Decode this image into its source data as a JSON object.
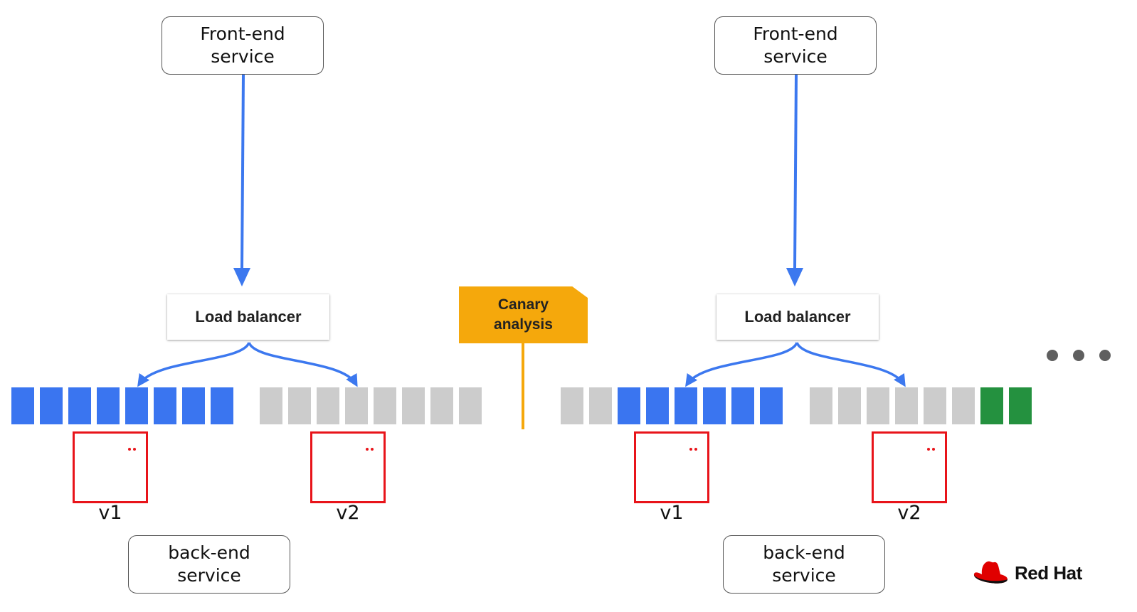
{
  "left_panel": {
    "frontend": {
      "line1": "Front-end",
      "line2": "service"
    },
    "load_balancer": "Load balancer",
    "pod_v1": "v1",
    "pod_v2": "v2",
    "backend": {
      "line1": "back-end",
      "line2": "service"
    },
    "v1_blocks": [
      "blue",
      "blue",
      "blue",
      "blue",
      "blue",
      "blue",
      "blue",
      "blue"
    ],
    "v2_blocks": [
      "gray",
      "gray",
      "gray",
      "gray",
      "gray",
      "gray",
      "gray",
      "gray"
    ]
  },
  "canary": {
    "line1": "Canary",
    "line2": "analysis"
  },
  "right_panel": {
    "frontend": {
      "line1": "Front-end",
      "line2": "service"
    },
    "load_balancer": "Load balancer",
    "pod_v1": "v1",
    "pod_v2": "v2",
    "backend": {
      "line1": "back-end",
      "line2": "service"
    },
    "v1_blocks": [
      "gray",
      "gray",
      "blue",
      "blue",
      "blue",
      "blue",
      "blue",
      "blue"
    ],
    "v2_blocks": [
      "gray",
      "gray",
      "gray",
      "gray",
      "gray",
      "gray",
      "green",
      "green"
    ]
  },
  "more_icon": "ellipsis-icon",
  "logo": {
    "icon": "redhat-fedora-icon",
    "text": "Red Hat"
  },
  "colors": {
    "blue": "#3a75f0",
    "gray": "#cccccc",
    "green": "#24913f",
    "canary": "#f5a80c",
    "pod_border": "#e8141a",
    "arrow": "#3c78ef"
  }
}
